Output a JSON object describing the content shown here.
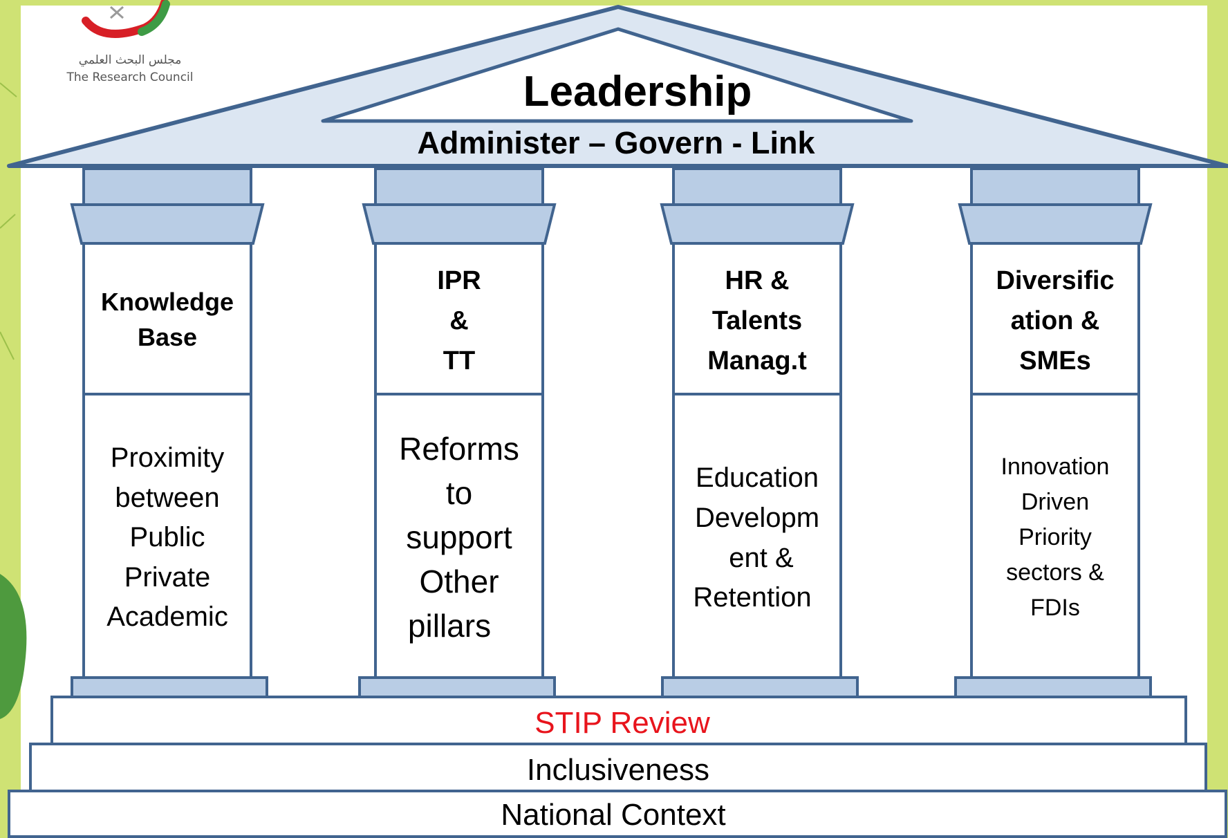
{
  "logo": {
    "arabic_name": "مجلس البحث العلمي",
    "english_name": "The Research Council"
  },
  "roof": {
    "title": "Leadership",
    "subtitle": "Administer – Govern - Link"
  },
  "pillars": [
    {
      "title_lines": [
        "Knowledge",
        "Base"
      ],
      "body_lines": [
        "Proximity",
        "between",
        "Public",
        "Private",
        "Academic"
      ]
    },
    {
      "title_lines": [
        "IPR",
        "&",
        "TT"
      ],
      "body_lines": [
        "Reforms",
        "to",
        "support",
        "Other",
        "pillars"
      ]
    },
    {
      "title_lines": [
        "HR &",
        "Talents",
        "Manag.t"
      ],
      "body_lines": [
        "Education",
        "Developm",
        "ent &",
        "Retention"
      ]
    },
    {
      "title_lines": [
        "Diversific",
        "ation &",
        "SMEs"
      ],
      "body_lines": [
        "Innovation",
        "Driven",
        "Priority",
        "sectors &",
        "FDIs"
      ]
    }
  ],
  "foundation": {
    "step1": "STIP Review",
    "step2": "Inclusiveness",
    "step3": "National Context"
  },
  "colors": {
    "stroke": "#41648F",
    "fill_light": "#DCE6F2",
    "fill_mid": "#B9CDE5",
    "accent_red": "#E8141C",
    "background_green": "#CFE274"
  }
}
